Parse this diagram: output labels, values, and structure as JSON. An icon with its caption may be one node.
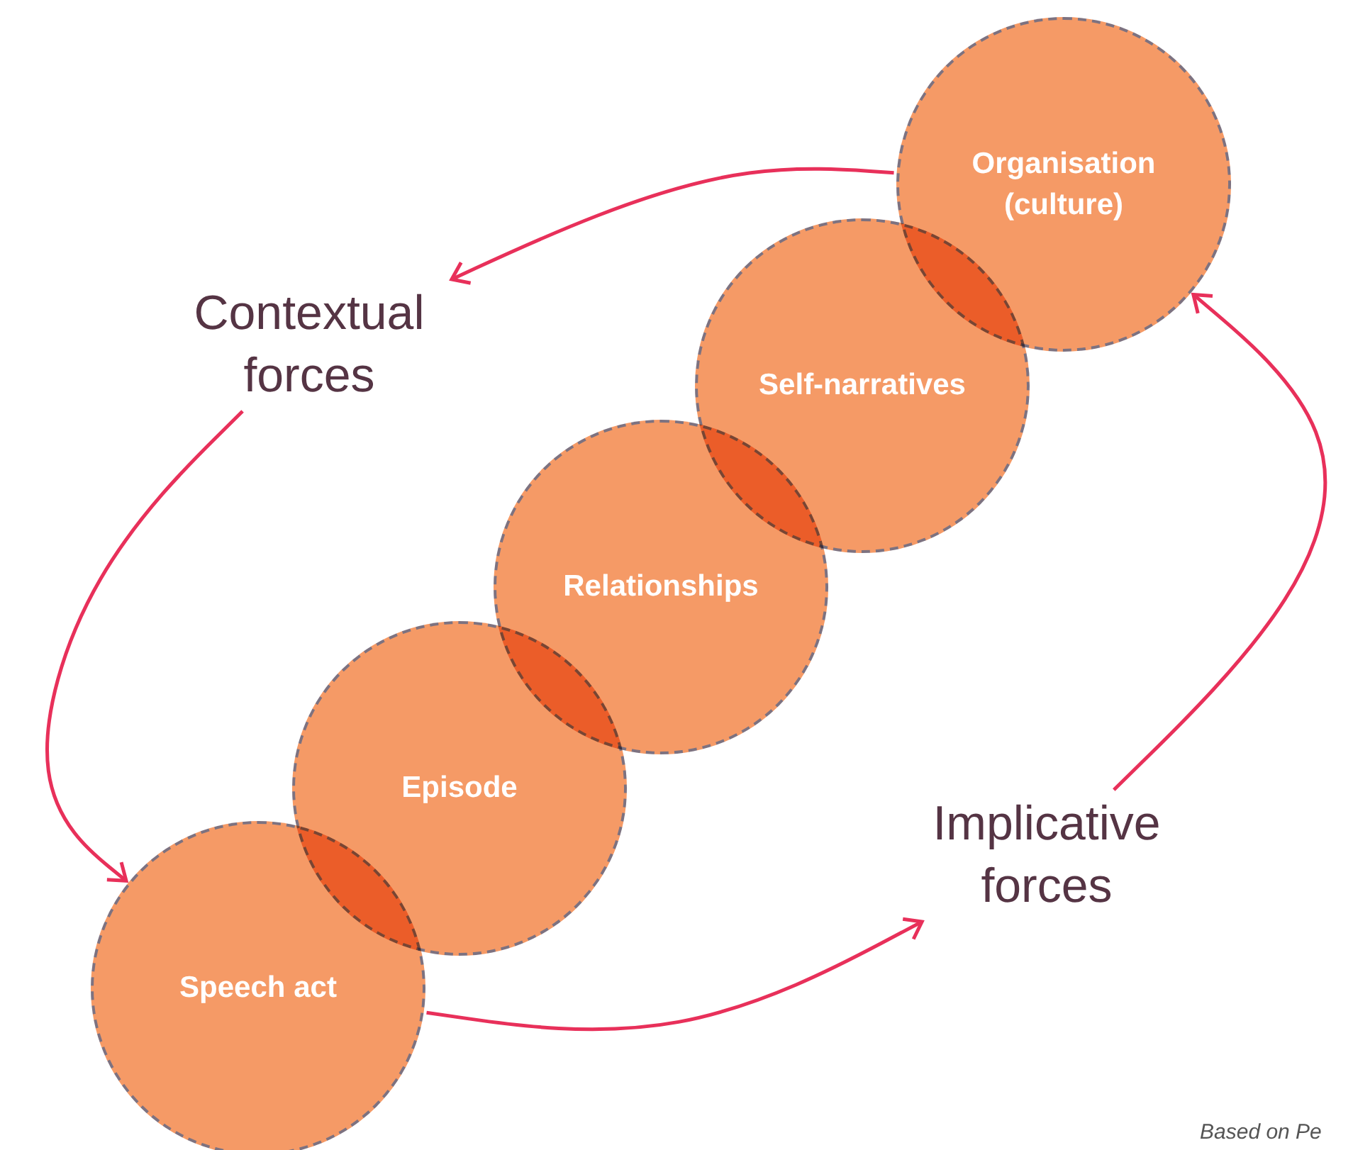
{
  "diagram": {
    "caption": "Based on Pe",
    "nodes": [
      {
        "text": [
          "Organisation (culture)"
        ]
      },
      {
        "text": [
          "Contextual forces"
        ]
      },
      {
        "text": [
          "Self-narratives"
        ]
      },
      {
        "text": [
          "Relationships"
        ]
      },
      {
        "text": [
          "Episode"
        ]
      },
      {
        "text": [
          "Implicative forces"
        ]
      },
      {
        "text": [
          "Speech act"
        ]
      }
    ],
    "edges": [
      {
        "from": 0,
        "to": 1,
        "arrow": "to"
      },
      {
        "from": 1,
        "to": 6,
        "arrow": "to"
      },
      {
        "from": 6,
        "to": 5,
        "arrow": "to"
      },
      {
        "from": 5,
        "to": 0,
        "arrow": "to"
      }
    ]
  }
}
